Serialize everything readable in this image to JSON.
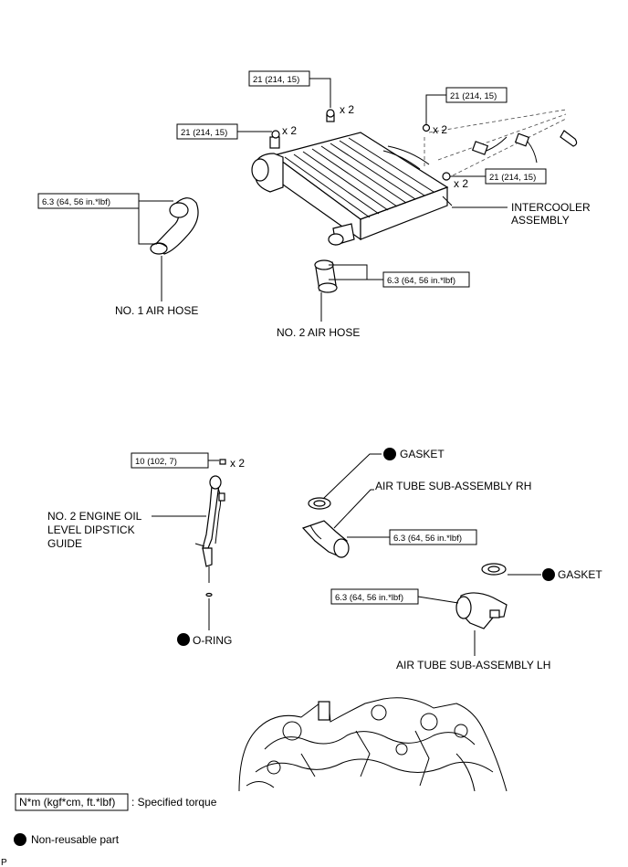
{
  "torque_top_left": "21 (214, 15)",
  "torque_mid_left": "21 (214, 15)",
  "torque_top_right": "21 (214, 15)",
  "torque_right": "21 (214, 15)",
  "qty_top_left": "x 2",
  "qty_mid_left": "x 2",
  "qty_top_right": "x 2",
  "qty_right": "x 2",
  "torque_hose1": "6.3 (64, 56 in.*lbf)",
  "torque_hose2": "6.3 (64, 56 in.*lbf)",
  "intercooler_label_1": "INTERCOOLER",
  "intercooler_label_2": "ASSEMBLY",
  "no1_air_hose": "NO. 1 AIR HOSE",
  "no2_air_hose": "NO. 2 AIR HOSE",
  "torque_dipstick": "10 (102, 7)",
  "qty_dipstick": "x 2",
  "dipstick_label_1": "NO. 2 ENGINE OIL",
  "dipstick_label_2": "LEVEL DIPSTICK",
  "dipstick_label_3": "GUIDE",
  "oring_label": "O-RING",
  "gasket_rh_label": "GASKET",
  "air_tube_rh_label": "AIR TUBE SUB-ASSEMBLY RH",
  "torque_tube_rh": "6.3 (64, 56 in.*lbf)",
  "gasket_lh_label": "GASKET",
  "torque_tube_lh": "6.3 (64, 56 in.*lbf)",
  "air_tube_lh_label": "AIR TUBE SUB-ASSEMBLY LH",
  "legend_torque_box": "N*m (kgf*cm, ft.*lbf)",
  "legend_torque_text": ": Specified torque",
  "legend_nonreusable_text": "Non-reusable part",
  "corner_mark": "P"
}
